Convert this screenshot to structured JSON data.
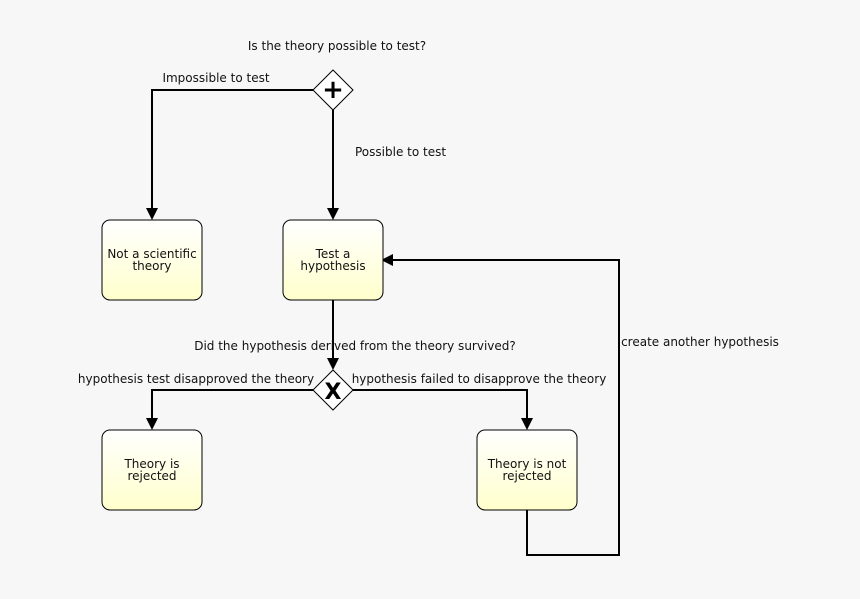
{
  "colors": {
    "background": "#f7f7f7",
    "task_fill_top": "#ffffff",
    "task_fill_bottom": "#ffffcc",
    "stroke": "#000000"
  },
  "diagram": {
    "question_test": "Is the theory possible to test?",
    "edge_impossible": "Impossible to test",
    "edge_possible": "Possible to test",
    "node_not_scientific": [
      "Not a scientific",
      "theory"
    ],
    "node_test_hypothesis": [
      "Test a",
      "hypothesis"
    ],
    "question_survived": "Did the hypothesis derived from the theory survived?",
    "edge_disapproved": "hypothesis test disapproved the theory",
    "edge_failed": "hypothesis failed to disapprove the theory",
    "edge_loop": "create another hypothesis",
    "node_rejected": [
      "Theory is",
      "rejected"
    ],
    "node_not_rejected": [
      "Theory is not",
      "rejected"
    ],
    "gateway_parallel_symbol": "+",
    "gateway_exclusive_symbol": "X"
  }
}
